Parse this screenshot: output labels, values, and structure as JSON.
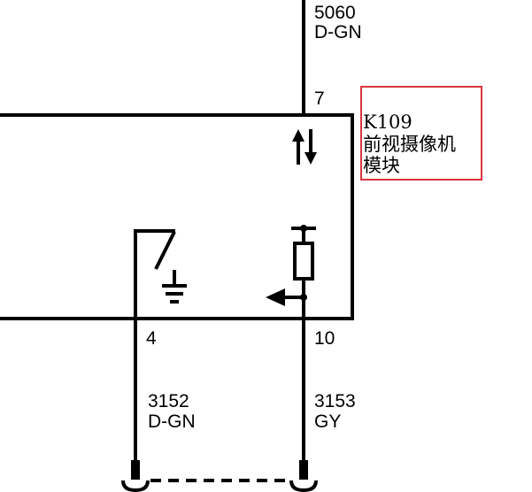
{
  "top_wire": {
    "circuit": "5060",
    "color": "D-GN"
  },
  "module": {
    "pin_top": "7",
    "pin_bottom_left": "4",
    "pin_bottom_right": "10",
    "label_lines": [
      "K109",
      "前视摄像机",
      "模块"
    ],
    "highlight_color": "#d9363e"
  },
  "wire_left": {
    "circuit": "3152",
    "color": "D-GN"
  },
  "wire_right": {
    "circuit": "3153",
    "color": "GY"
  },
  "icons": {
    "bidirectional": "bidirectional-arrows-icon",
    "ground": "ground-icon",
    "switch": "switch-icon",
    "resistor": "resistor-icon",
    "arrow_left": "arrow-left-icon"
  }
}
